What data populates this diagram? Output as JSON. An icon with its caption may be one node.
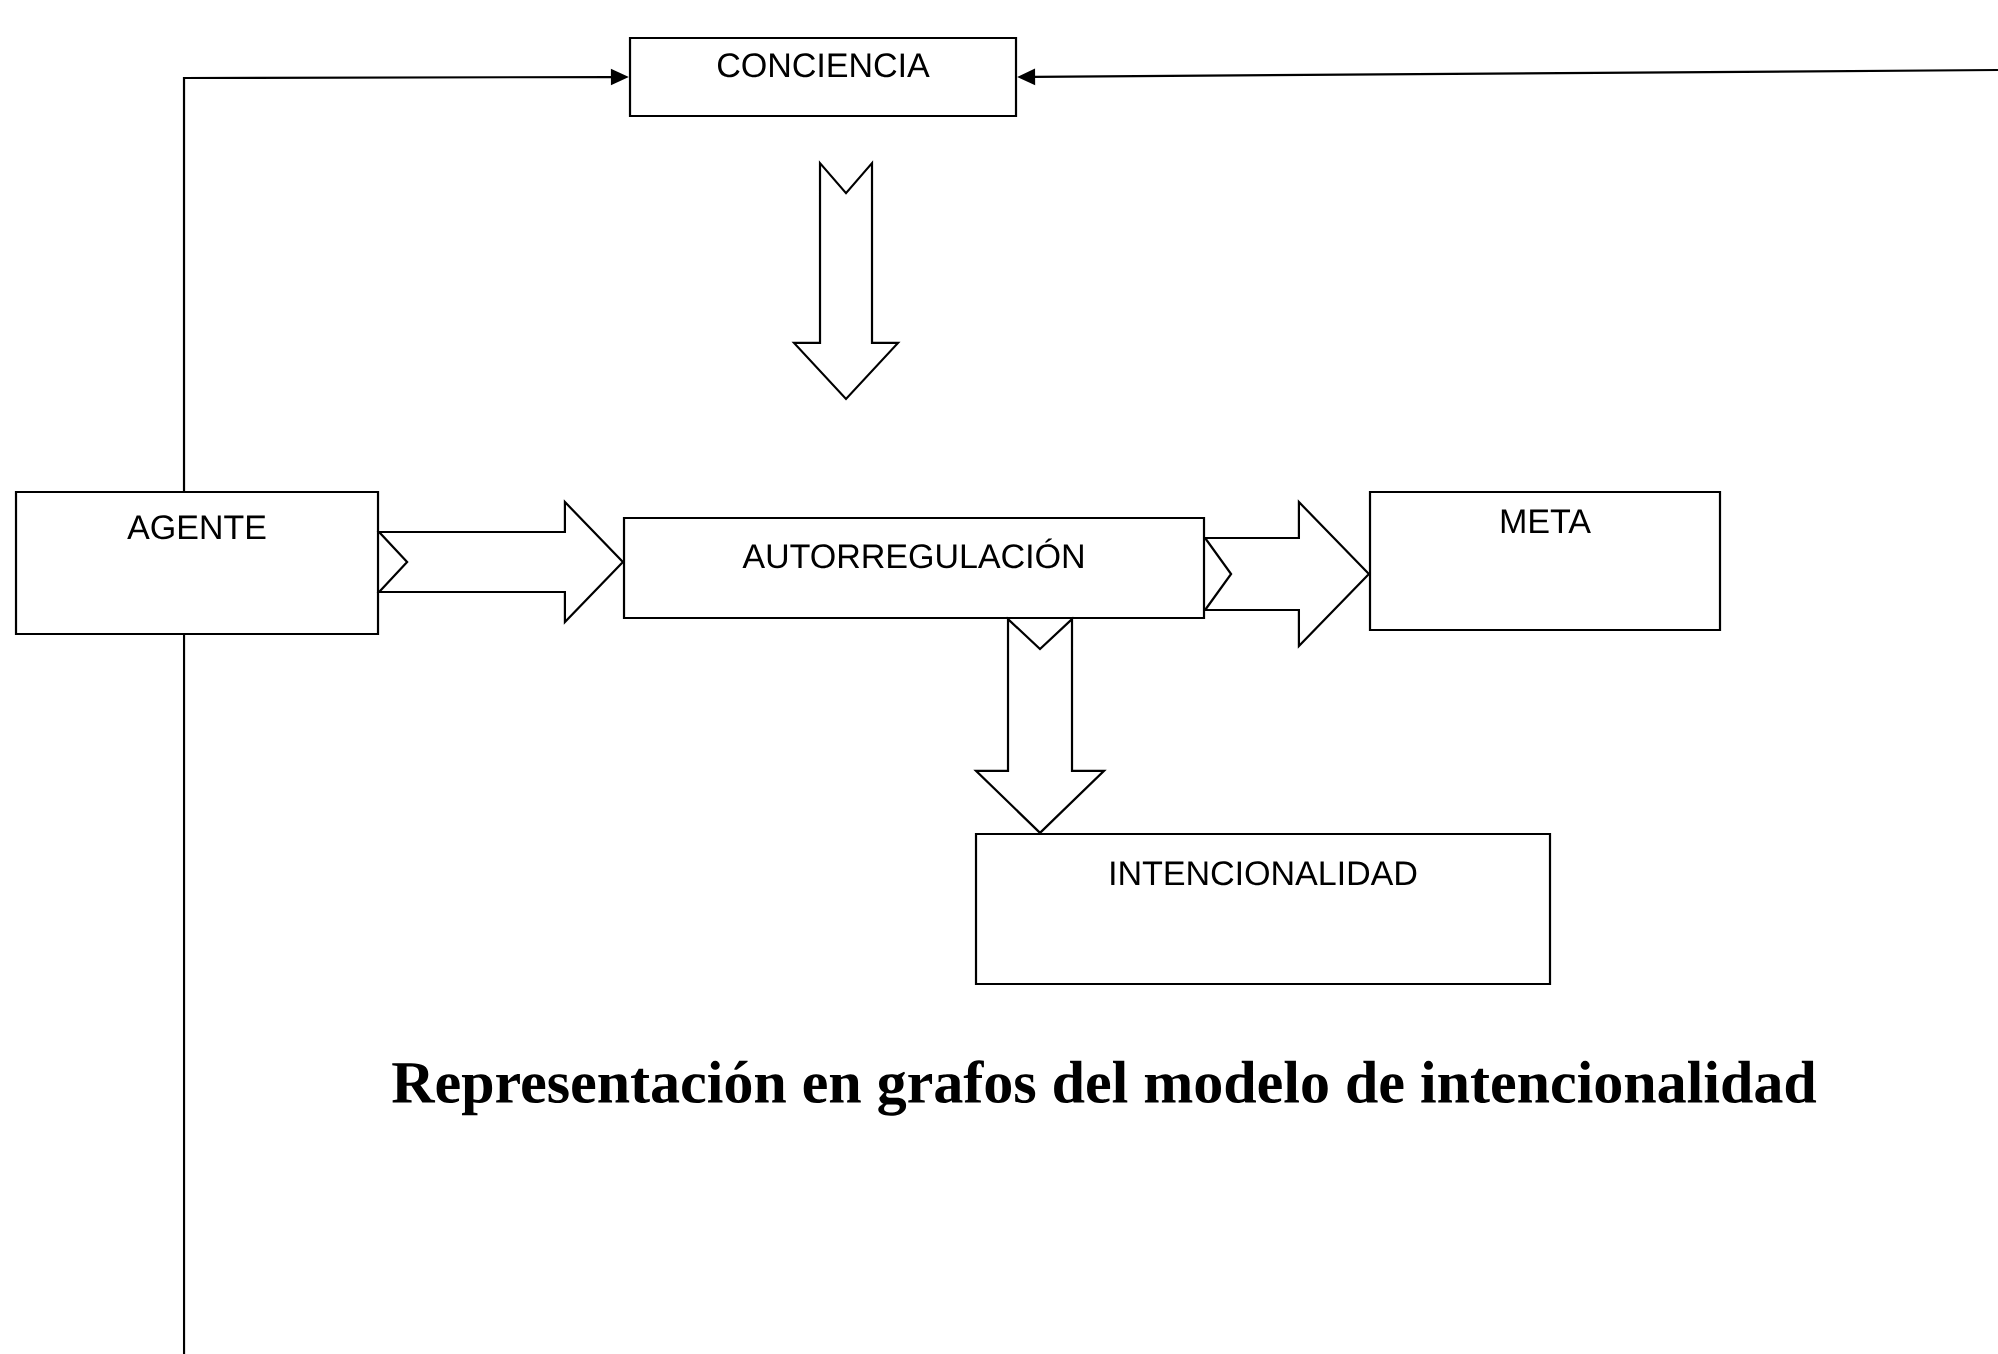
{
  "diagram": {
    "caption": "Representación en grafos del modelo de intencionalidad",
    "nodes": [
      {
        "text": [
          "CONCIENCIA"
        ]
      },
      {
        "text": [
          "AGENTE"
        ]
      },
      {
        "text": [
          "AUTORREGULACIÓN"
        ]
      },
      {
        "text": [
          "META"
        ]
      },
      {
        "text": [
          "INTENCIONALIDAD"
        ]
      }
    ],
    "edges": [
      {
        "from": null,
        "to": 1,
        "arrow": "none"
      },
      {
        "from": 1,
        "to": 0,
        "arrow": "to"
      },
      {
        "from": null,
        "to": 0,
        "arrow": "to"
      },
      {
        "from": 0,
        "to": 2,
        "arrow": "to",
        "style": "thick"
      },
      {
        "from": 1,
        "to": 2,
        "arrow": "to",
        "style": "thick"
      },
      {
        "from": 2,
        "to": 3,
        "arrow": "to",
        "style": "thick"
      },
      {
        "from": 2,
        "to": 4,
        "arrow": "to",
        "style": "thick"
      }
    ]
  }
}
